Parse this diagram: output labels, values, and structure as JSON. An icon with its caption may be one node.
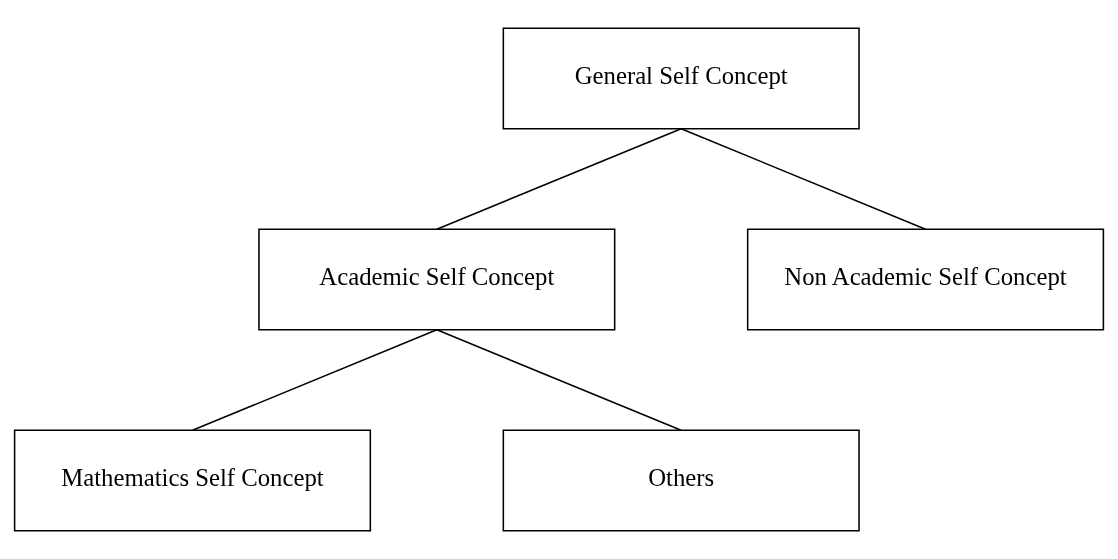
{
  "diagram": {
    "nodes": [
      {
        "text": [
          "General Self Concept"
        ]
      },
      {
        "text": [
          "Academic Self Concept"
        ]
      },
      {
        "text": [
          "Non Academic Self Concept"
        ]
      },
      {
        "text": [
          "Mathematics Self Concept"
        ]
      },
      {
        "text": [
          "Others"
        ]
      }
    ],
    "edges": [
      {
        "from": 0,
        "to": 1,
        "arrow": "none"
      },
      {
        "from": 0,
        "to": 2,
        "arrow": "none"
      },
      {
        "from": 1,
        "to": 3,
        "arrow": "none"
      },
      {
        "from": 1,
        "to": 4,
        "arrow": "none"
      }
    ]
  }
}
